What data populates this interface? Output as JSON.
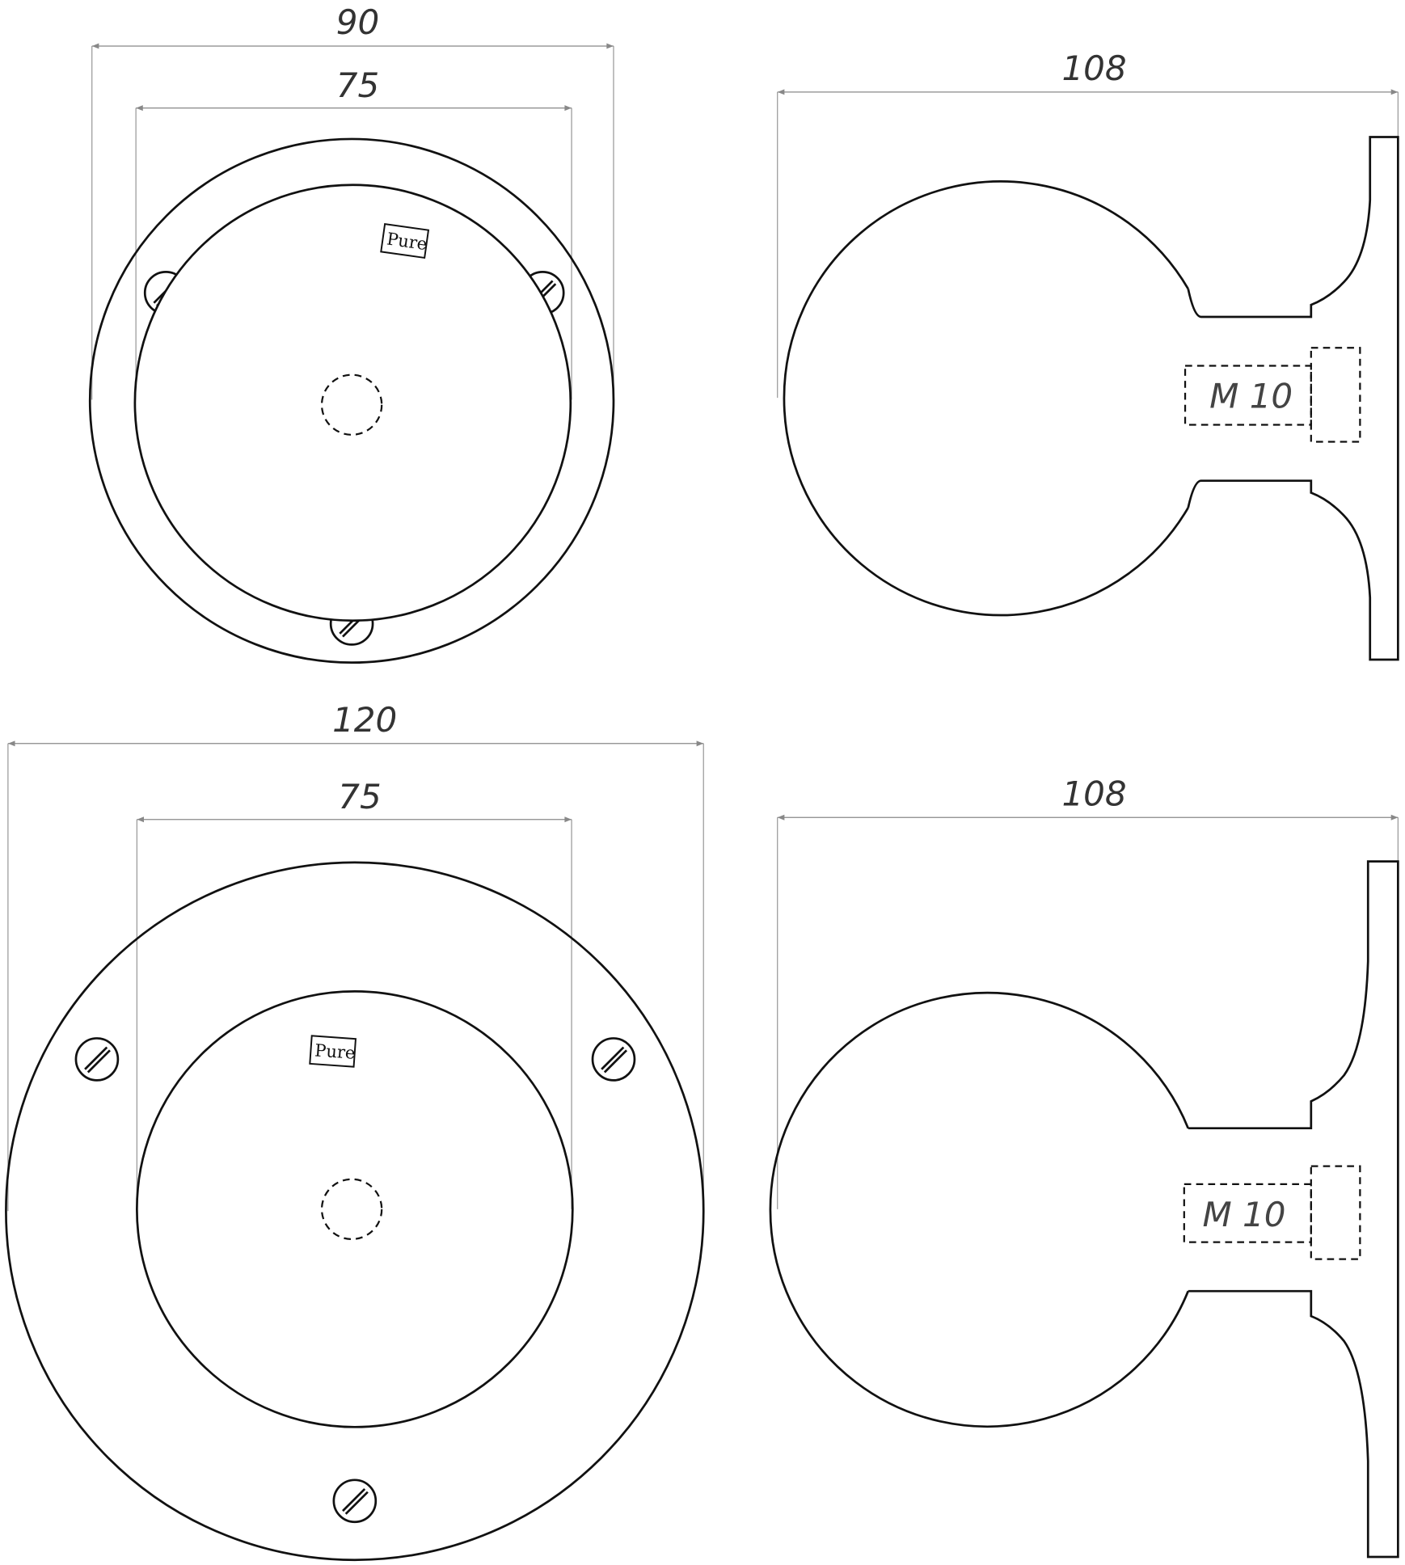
{
  "views": [
    {
      "name": "top-left-front",
      "dims": [
        "90",
        "75"
      ],
      "logo": "Pure"
    },
    {
      "name": "top-right-side",
      "dims": [
        "108"
      ],
      "thread": "M 10"
    },
    {
      "name": "bottom-left-front",
      "dims": [
        "120",
        "75"
      ],
      "logo": "Pure"
    },
    {
      "name": "bottom-right-side",
      "dims": [
        "108"
      ],
      "thread": "M 10"
    }
  ]
}
